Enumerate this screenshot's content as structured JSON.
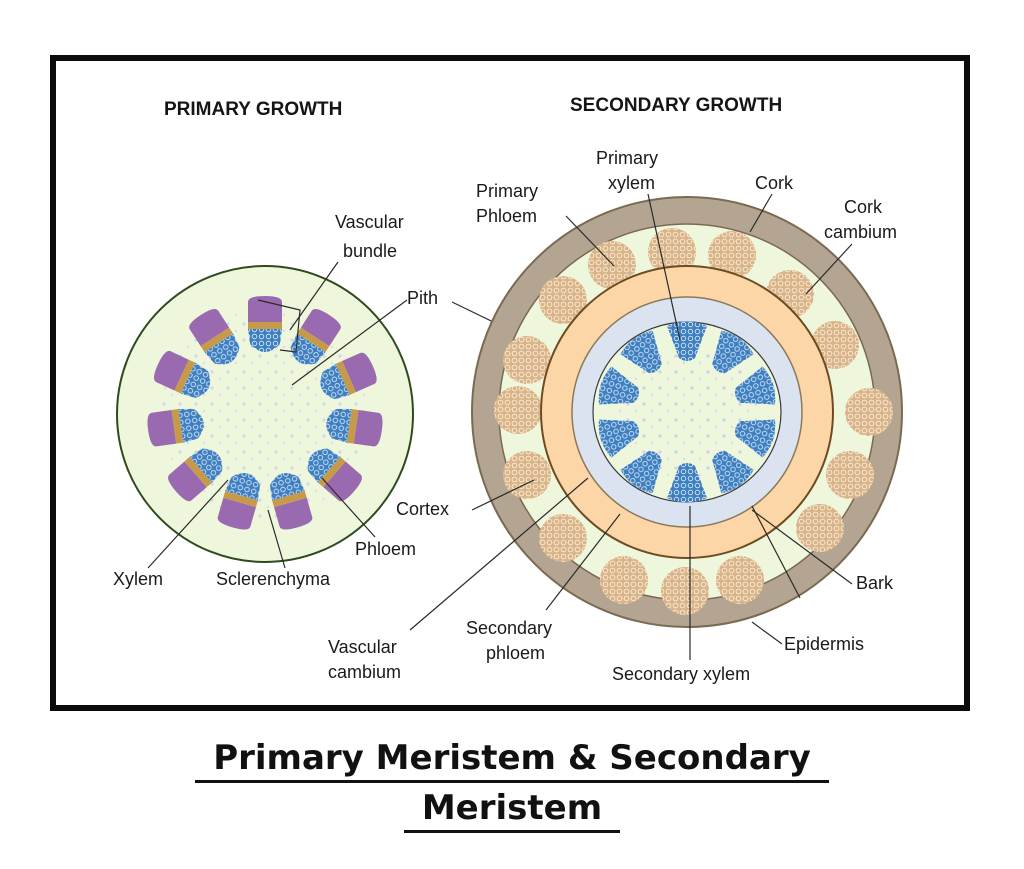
{
  "headings": {
    "primary": "PRIMARY GROWTH",
    "secondary": "SECONDARY GROWTH"
  },
  "labels": {
    "vascular_bundle": [
      "Vascular",
      "bundle"
    ],
    "pith": "Pith",
    "xylem": "Xylem",
    "sclerenchyma": "Sclerenchyma",
    "phloem": "Phloem",
    "cortex": "Cortex",
    "primary_xylem": [
      "Primary",
      "xylem"
    ],
    "primary_phloem": [
      "Primary",
      "Phloem"
    ],
    "cork": "Cork",
    "cork_cambium": [
      "Cork",
      "cambium"
    ],
    "bark": "Bark",
    "epidermis": "Epidermis",
    "vascular_cambium": [
      "Vascular",
      "cambium"
    ],
    "secondary_phloem": [
      "Secondary",
      "phloem"
    ],
    "secondary_xylem": "Secondary xylem"
  },
  "caption": {
    "line1": "Primary Meristem & Secondary",
    "line2": "Meristem"
  },
  "colors": {
    "ground_tissue": "#eef7dc",
    "outline": "#2f4a1e",
    "xylem_blue": "#3f7fc0",
    "phloem_purple": "#9a6ab0",
    "cambium_band": "#c79a4a",
    "cork_brown": "#b3a591",
    "secondary_phloem_orange": "#fcd6a6",
    "secondary_xylem_lavender": "#dbe3f1",
    "phloem_patch_tan": "#d9b488"
  }
}
